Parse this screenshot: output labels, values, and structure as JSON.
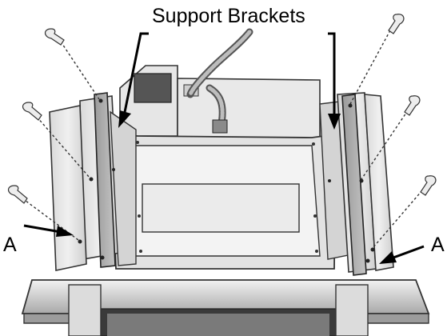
{
  "title": "Support Brackets",
  "callouts": {
    "left": "A",
    "right": "A"
  }
}
